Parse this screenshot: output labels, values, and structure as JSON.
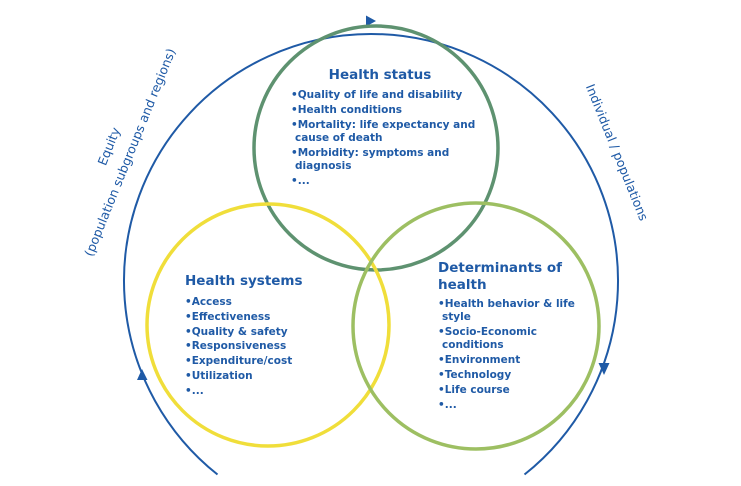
{
  "outer_arc_color": "#1f5aa6",
  "text_color": "#1f5aa6",
  "health_status": {
    "color": "#5e9270",
    "title": "Health status",
    "items": [
      "•Quality of life and disability",
      "•Health conditions",
      "•Mortality: life expectancy and",
      "cause of death",
      "•Morbidity: symptoms and",
      "diagnosis",
      "•..."
    ]
  },
  "health_systems": {
    "color": "#f0de3a",
    "title": "Health systems",
    "items": [
      "•Access",
      "•Effectiveness",
      "•Quality & safety",
      "•Responsiveness",
      "•Expenditure/cost",
      "•Utilization",
      "•..."
    ]
  },
  "determinants": {
    "color": "#9dbf62",
    "title_line1": "Determinants of",
    "title_line2": "health",
    "items": [
      "•Health behavior & life",
      "style",
      "•Socio-Economic",
      "conditions",
      "•Environment",
      "•Technology",
      "•Life course",
      "•..."
    ]
  },
  "equity_label": {
    "line1": "Equity",
    "line2": "(population subgroups and regions)"
  },
  "individual_label": "Individual / populations"
}
